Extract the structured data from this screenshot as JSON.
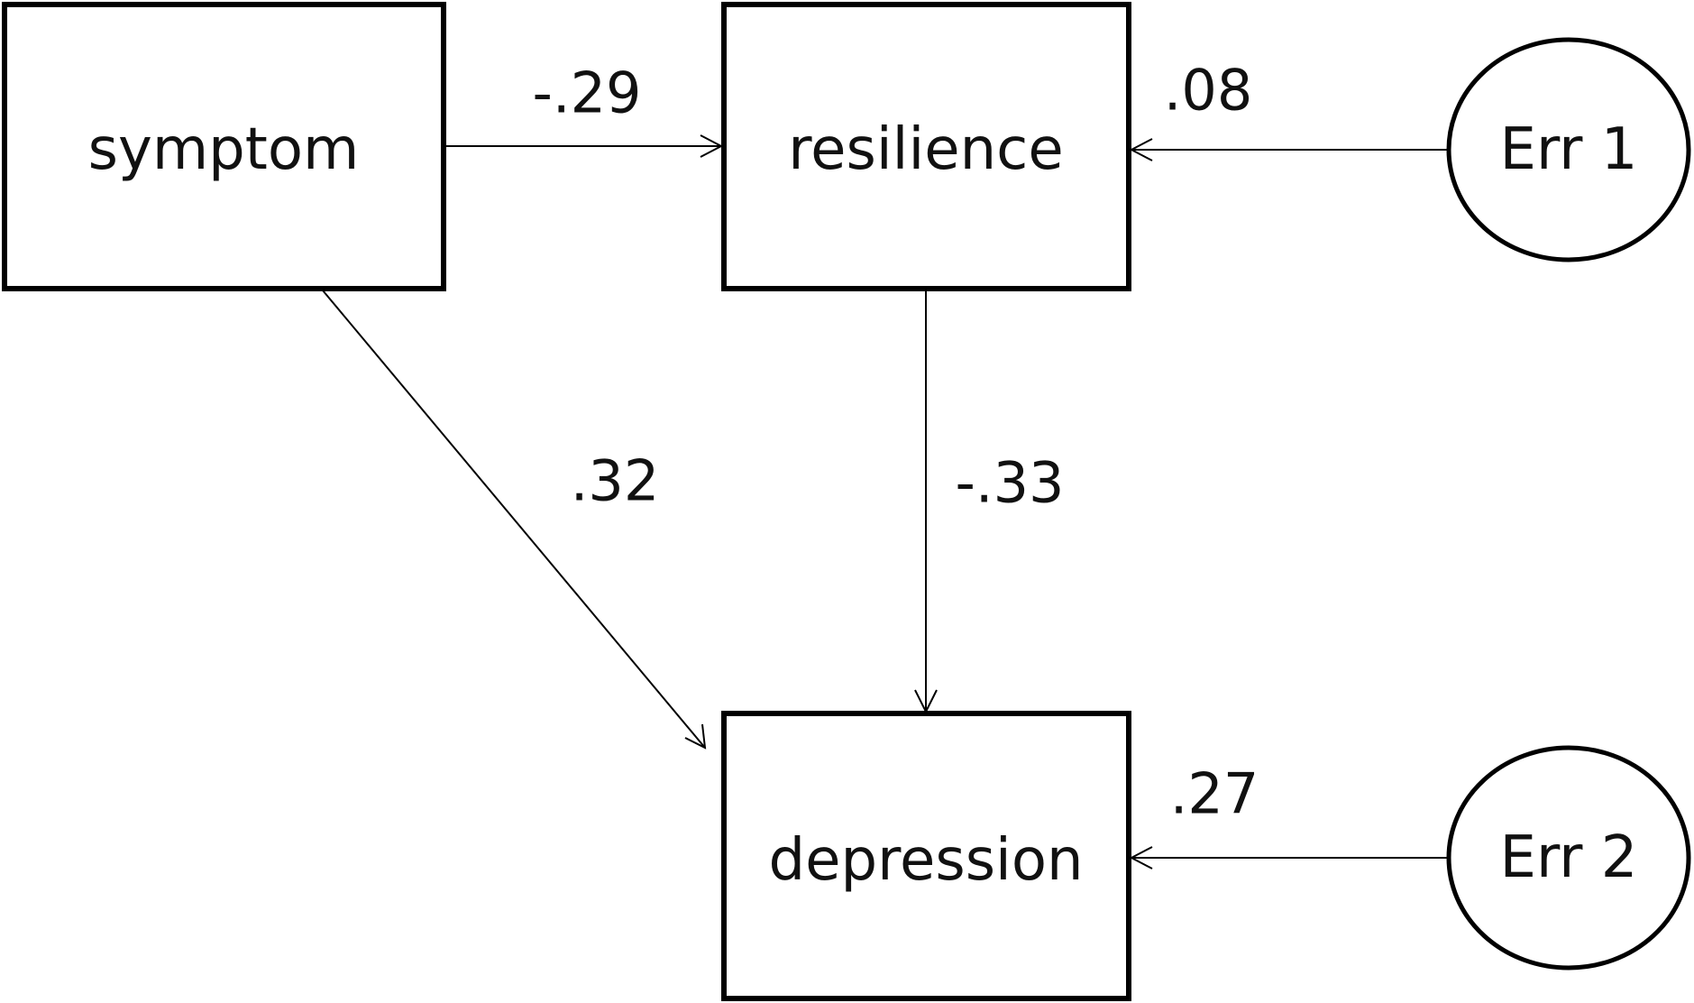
{
  "nodes": {
    "symptom": {
      "label": "symptom",
      "shape": "rectangle"
    },
    "resilience": {
      "label": "resilience",
      "shape": "rectangle"
    },
    "depression": {
      "label": "depression",
      "shape": "rectangle"
    },
    "err1": {
      "label": "Err 1",
      "shape": "ellipse"
    },
    "err2": {
      "label": "Err 2",
      "shape": "ellipse"
    }
  },
  "paths": [
    {
      "id": "symptom-to-resilience",
      "from": "symptom",
      "to": "resilience",
      "coefficient": "-.29"
    },
    {
      "id": "symptom-to-depression",
      "from": "symptom",
      "to": "depression",
      "coefficient": ".32"
    },
    {
      "id": "resilience-to-depression",
      "from": "resilience",
      "to": "depression",
      "coefficient": "-.33"
    },
    {
      "id": "err1-to-resilience",
      "from": "err1",
      "to": "resilience",
      "coefficient": ".08"
    },
    {
      "id": "err2-to-depression",
      "from": "err2",
      "to": "depression",
      "coefficient": ".27"
    }
  ],
  "colors": {
    "stroke": "#000000",
    "background": "#ffffff"
  }
}
